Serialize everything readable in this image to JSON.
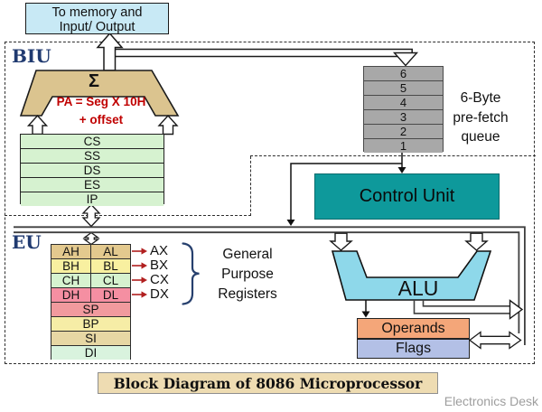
{
  "memory_box": {
    "line1": "To memory and",
    "line2": "Input/ Output"
  },
  "biu": {
    "label": "BIU",
    "adder": {
      "symbol": "Σ",
      "formula_line1": "PA = Seg X 10H",
      "formula_line2": "+ offset"
    },
    "segment_registers": [
      "CS",
      "SS",
      "DS",
      "ES",
      "IP"
    ],
    "queue": {
      "cells": [
        "6",
        "5",
        "4",
        "3",
        "2",
        "1"
      ],
      "label_line1": "6-Byte",
      "label_line2": "pre-fetch",
      "label_line3": "queue"
    },
    "control_unit_label": "Control Unit"
  },
  "eu": {
    "label": "EU",
    "gp_rows": [
      {
        "h": "AH",
        "l": "AL",
        "x": "AX"
      },
      {
        "h": "BH",
        "l": "BL",
        "x": "BX"
      },
      {
        "h": "CH",
        "l": "CL",
        "x": "CX"
      },
      {
        "h": "DH",
        "l": "DL",
        "x": "DX"
      }
    ],
    "pointer_registers": [
      "SP",
      "BP",
      "SI",
      "DI"
    ],
    "gp_group_label_line1": "General",
    "gp_group_label_line2": "Purpose",
    "gp_group_label_line3": "Registers",
    "alu_label": "ALU",
    "operands_label": "Operands",
    "flags_label": "Flags"
  },
  "footer": {
    "title": "Block Diagram of 8086 Microprocessor",
    "watermark": "Electronics Desk"
  },
  "colors": {
    "memory_box": "#c8e9f5",
    "adder": "#dbc48f",
    "segment_register": "#d6f2d0",
    "queue_cell": "#a8a8a8",
    "control_unit": "#0e999b",
    "alu": "#8ed8ea",
    "operands": "#f4a679",
    "flags": "#b3c0e6",
    "formula_text": "#c00000",
    "region_label": "#203a70",
    "title_box": "#eedcb2",
    "row_ax": "#e3c98e",
    "row_bx": "#f8f0a0",
    "row_cx": "#d6f2cf",
    "row_dx": "#f58fa2",
    "row_sp": "#f19a9e",
    "row_bp": "#f6eda6",
    "row_si": "#e7d7a4",
    "row_di": "#d9f3de"
  }
}
